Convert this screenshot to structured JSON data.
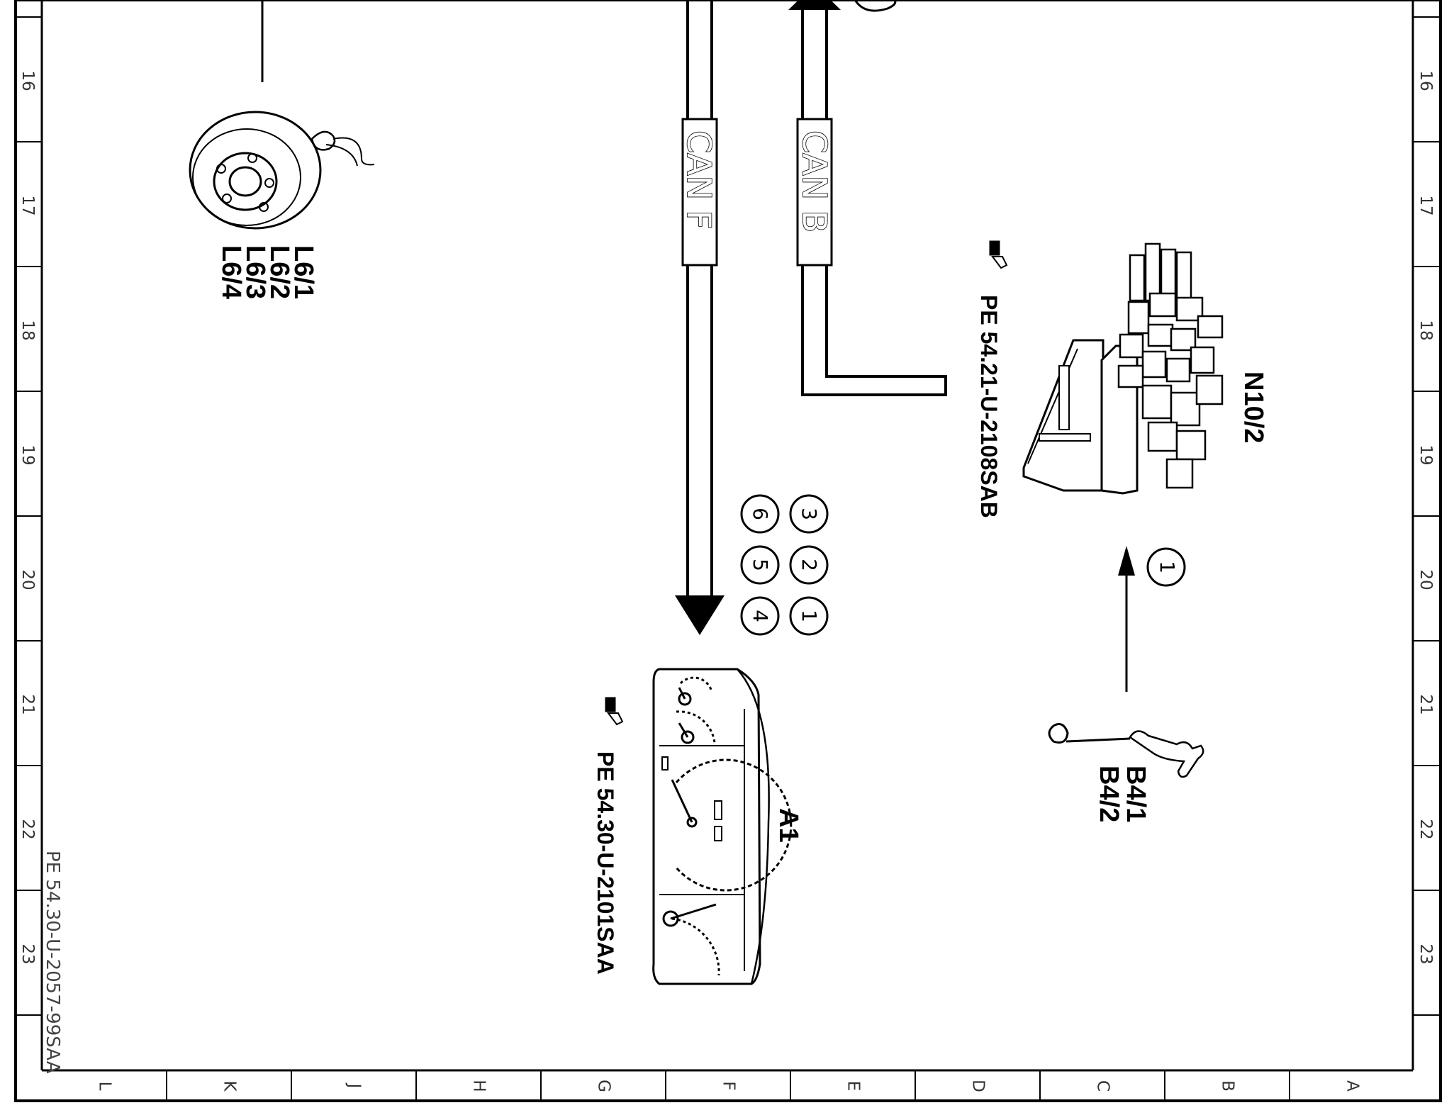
{
  "sheet": {
    "grid_rows": [
      "16",
      "17",
      "18",
      "19",
      "20",
      "21",
      "22",
      "23"
    ],
    "grid_cols": [
      "L",
      "K",
      "J",
      "H",
      "G",
      "F",
      "E",
      "D",
      "C",
      "B",
      "A"
    ],
    "doc_number": "PE 54.30-U-2057-99SAA"
  },
  "buses": {
    "can_f": "CAN F",
    "can_b": "CAN B"
  },
  "components": {
    "wheel_sensor": {
      "labels": [
        "L6/1",
        "L6/2",
        "L6/3",
        "L6/4"
      ]
    },
    "control_unit": {
      "id": "N10/2",
      "ref": "PE 54.21-U-2108SAB"
    },
    "instrument_cluster": {
      "id": "A1",
      "ref": "PE 54.30-U-2101SAA"
    },
    "level_sensor": {
      "labels": [
        "B4/1",
        "B4/2"
      ]
    }
  },
  "callouts": {
    "cluster_inputs": [
      "1",
      "2",
      "3",
      "4",
      "5",
      "6"
    ],
    "sensor_input": "1"
  },
  "icons": [
    "pointing-hand-icon"
  ]
}
